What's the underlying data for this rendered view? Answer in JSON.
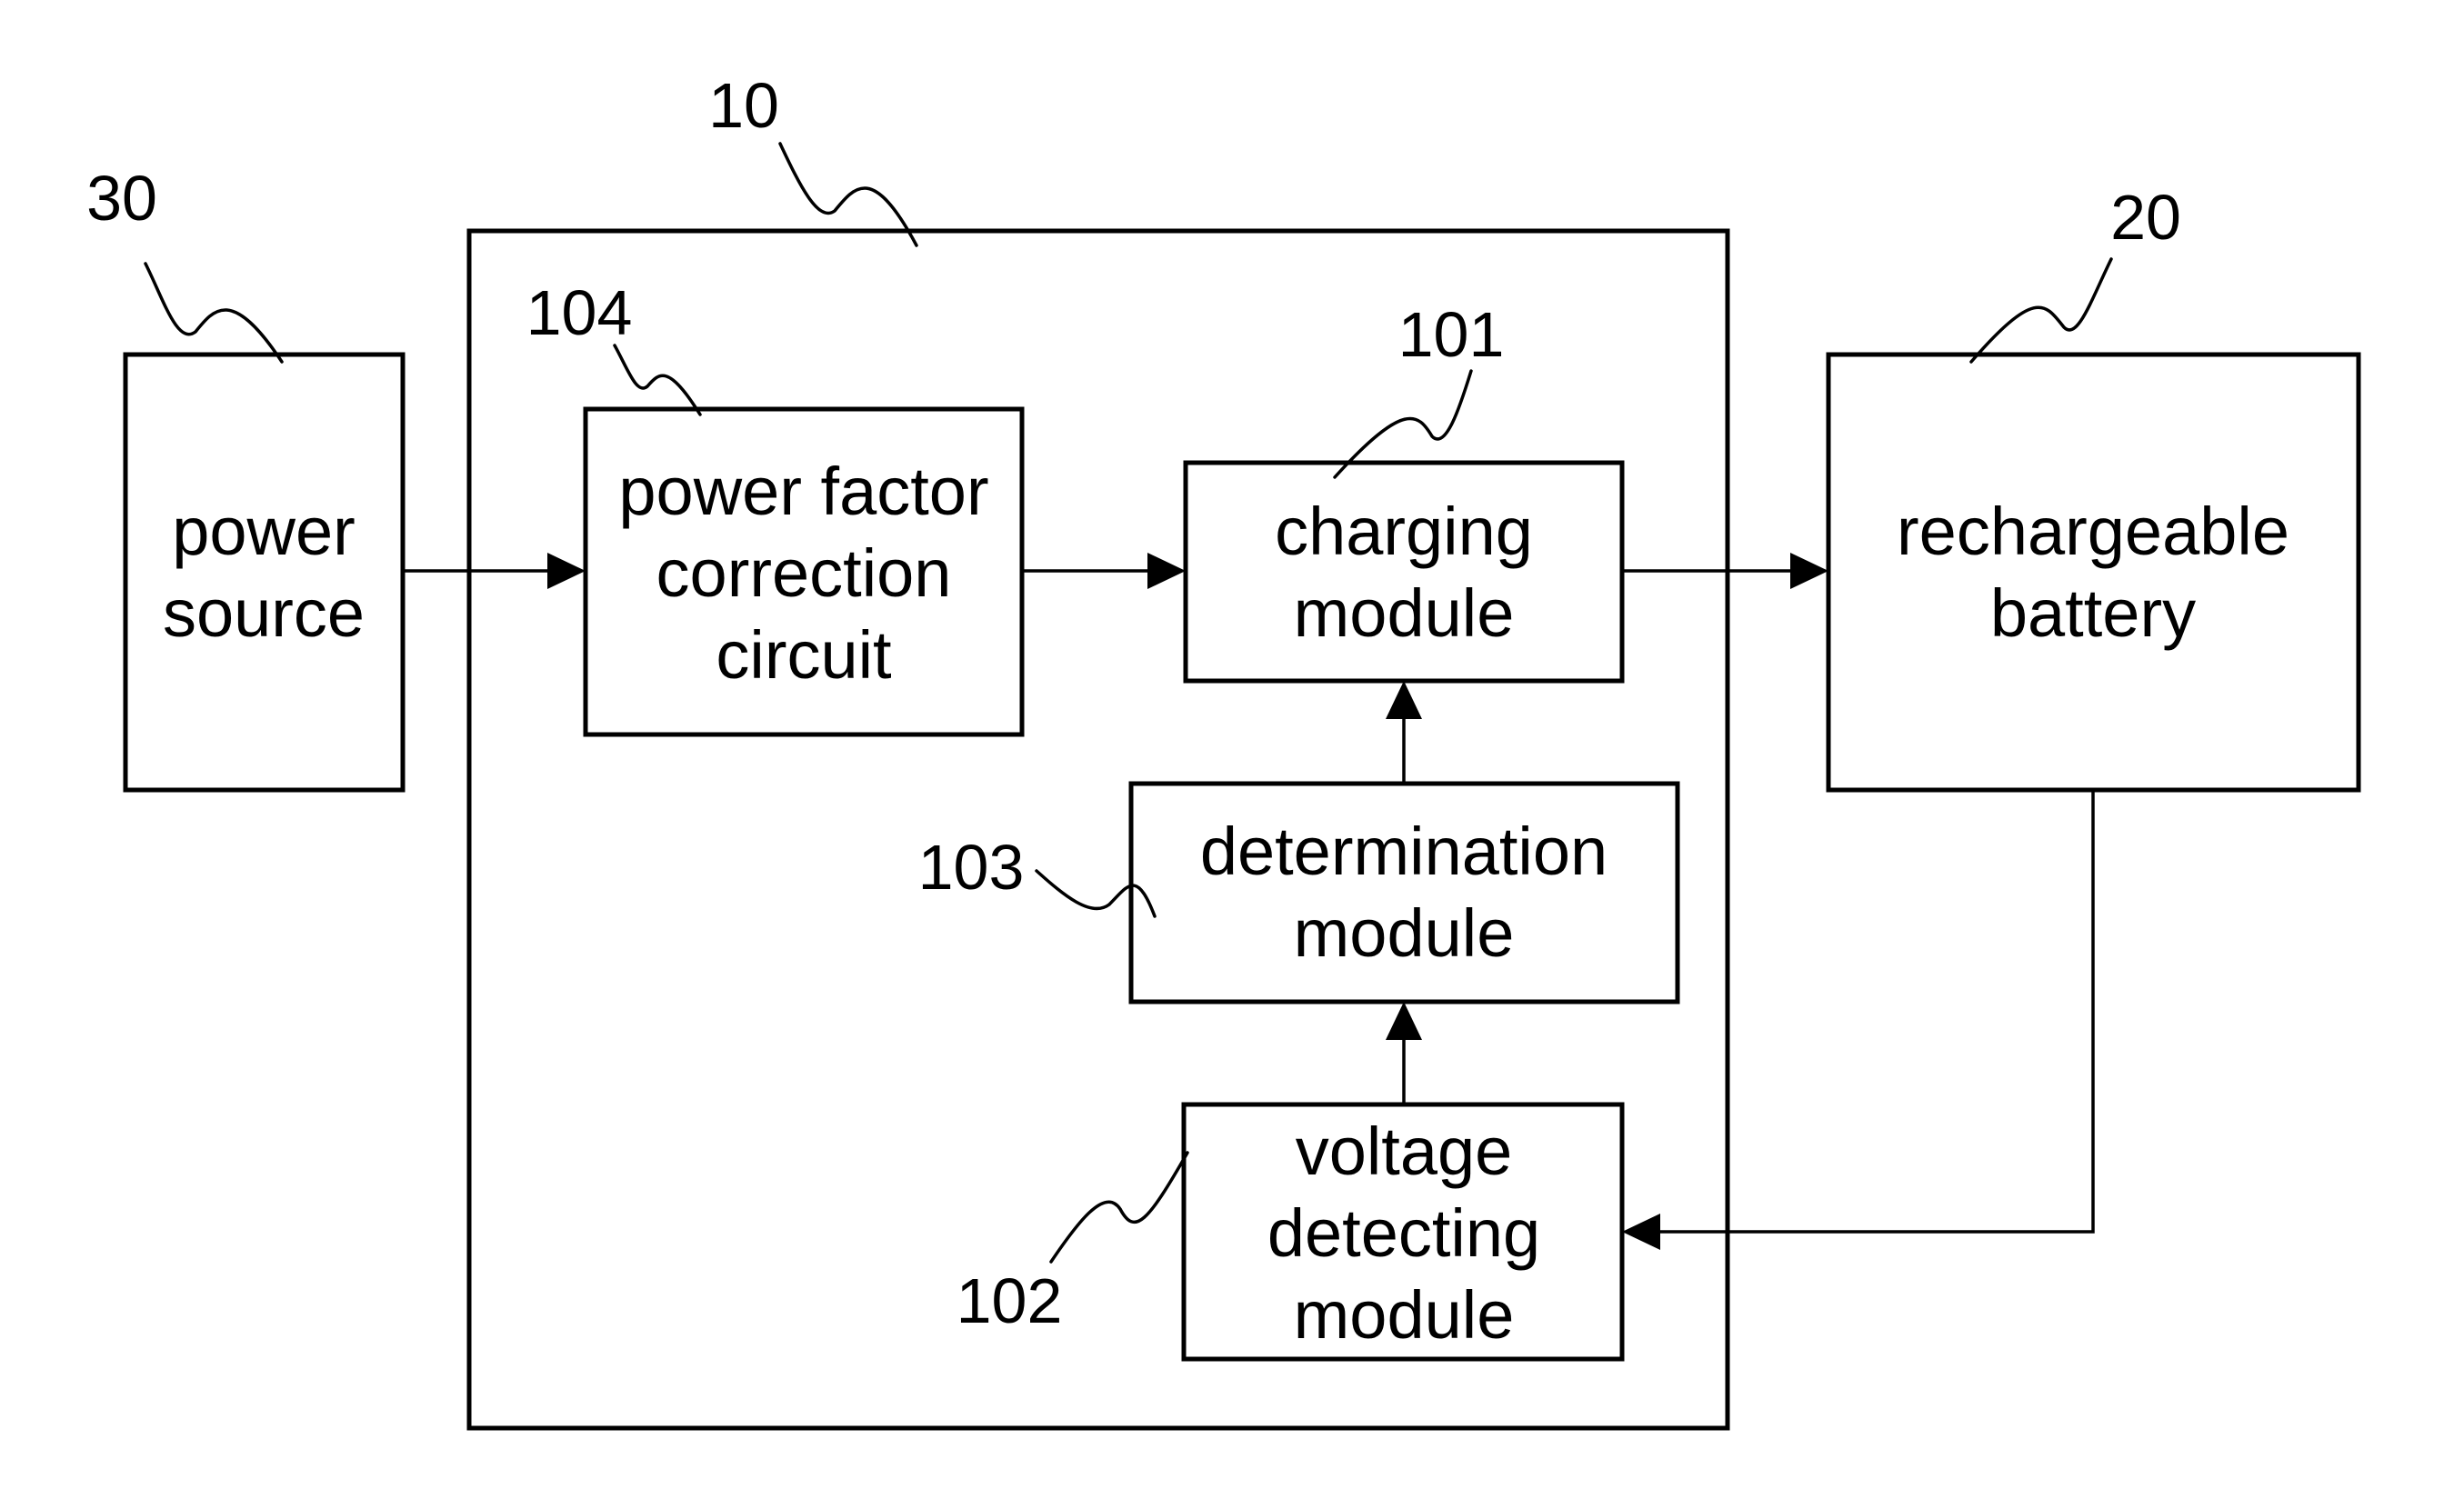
{
  "blocks": {
    "power_source": {
      "ref": "30",
      "lines": [
        "power",
        "source"
      ]
    },
    "charger": {
      "ref": "10"
    },
    "pfc": {
      "ref": "104",
      "lines": [
        "power factor",
        "correction",
        "circuit"
      ]
    },
    "charging": {
      "ref": "101",
      "lines": [
        "charging",
        "module"
      ]
    },
    "determination": {
      "ref": "103",
      "lines": [
        "determination",
        "module"
      ]
    },
    "voltage": {
      "ref": "102",
      "lines": [
        "voltage",
        "detecting",
        "module"
      ]
    },
    "battery": {
      "ref": "20",
      "lines": [
        "rechargeable",
        "battery"
      ]
    }
  },
  "colors": {
    "line": "#000000",
    "background": "#ffffff"
  }
}
